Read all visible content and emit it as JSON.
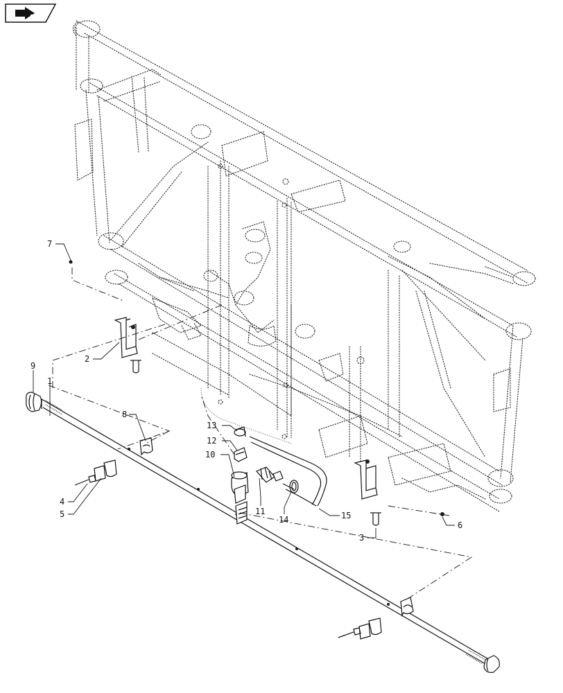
{
  "nav": {
    "icon": "next-page-arrow-icon"
  },
  "callouts": [
    {
      "id": "c1",
      "label": "1"
    },
    {
      "id": "c2",
      "label": "2"
    },
    {
      "id": "c3",
      "label": "3"
    },
    {
      "id": "c4",
      "label": "4"
    },
    {
      "id": "c5",
      "label": "5"
    },
    {
      "id": "c6",
      "label": "6"
    },
    {
      "id": "c7",
      "label": "7"
    },
    {
      "id": "c8",
      "label": "8"
    },
    {
      "id": "c9",
      "label": "9"
    },
    {
      "id": "c10",
      "label": "10"
    },
    {
      "id": "c11",
      "label": "11"
    },
    {
      "id": "c12",
      "label": "12"
    },
    {
      "id": "c13",
      "label": "13"
    },
    {
      "id": "c14",
      "label": "14"
    },
    {
      "id": "c15",
      "label": "15"
    }
  ]
}
